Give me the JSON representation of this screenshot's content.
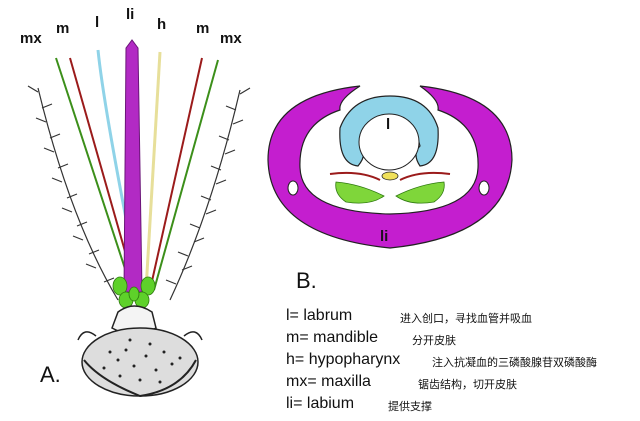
{
  "panel_a": {
    "label": "A.",
    "parts": {
      "mx_left": "mx",
      "m_left": "m",
      "l": "l",
      "li": "li",
      "h": "h",
      "m_right": "m",
      "mx_right": "mx"
    }
  },
  "panel_b": {
    "label": "B.",
    "inner_labels": {
      "l": "l",
      "li": "li"
    }
  },
  "legend": {
    "items": [
      {
        "term": "l= labrum",
        "note": "进入创口，寻找血管并吸血"
      },
      {
        "term": "m= mandible",
        "note": "分开皮肤"
      },
      {
        "term": "h= hypopharynx",
        "note": "注入抗凝血的三磷酸腺苷双磷酸酶"
      },
      {
        "term": "mx= maxilla",
        "note": "锯齿结构，切开皮肤"
      },
      {
        "term": "li= labium",
        "note": "提供支撑"
      }
    ]
  },
  "colors": {
    "labium": "#b22ac4",
    "labrum": "#8fd3e8",
    "mandible": "#9b1b1b",
    "hypopharynx": "#e7df9a",
    "maxilla": "#3c8f1a",
    "palp_green": "#5ed12a"
  }
}
